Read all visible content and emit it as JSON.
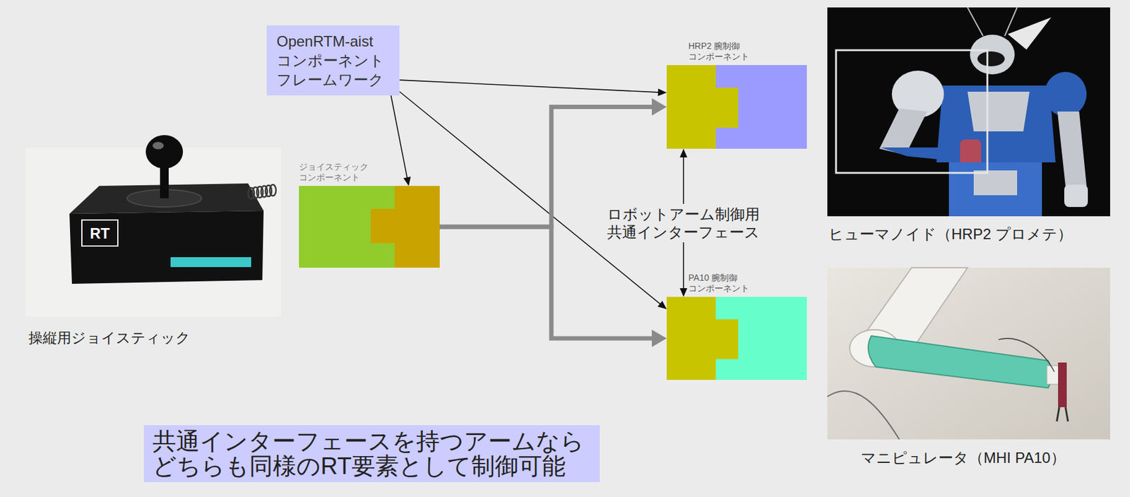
{
  "diagram": {
    "nodes": [
      {
        "text": [
          "OpenRTM-aist コンポーネント フレームワーク"
        ]
      },
      {
        "text": [
          "ジョイスティック コンポーネント"
        ]
      },
      {
        "text": [
          "HRP2 腕制御 コンポーネント"
        ]
      },
      {
        "text": [
          "PA10 腕制御 コンポーネント"
        ]
      },
      {
        "text": [
          "共通インターフェースを持つアームなら どちらも同様のRT要素として制御可能"
        ]
      }
    ],
    "edges": [
      {
        "from": 0,
        "to": 1,
        "arrow": "to"
      },
      {
        "from": 0,
        "to": 2,
        "arrow": "to"
      },
      {
        "from": 0,
        "to": 3,
        "arrow": "to"
      },
      {
        "from": 1,
        "to": 2,
        "arrow": "to"
      },
      {
        "from": 1,
        "to": 3,
        "arrow": "to"
      },
      {
        "from": 2,
        "to": 3,
        "arrow": "both",
        "label": "ロボットアーム制御用 共通インターフェース"
      }
    ],
    "labels": [
      "RT",
      "操縦用ジョイスティック",
      "ヒューマノイド（HRP2 プロメテ）",
      "マニピュレータ（MHI PA10）"
    ]
  }
}
